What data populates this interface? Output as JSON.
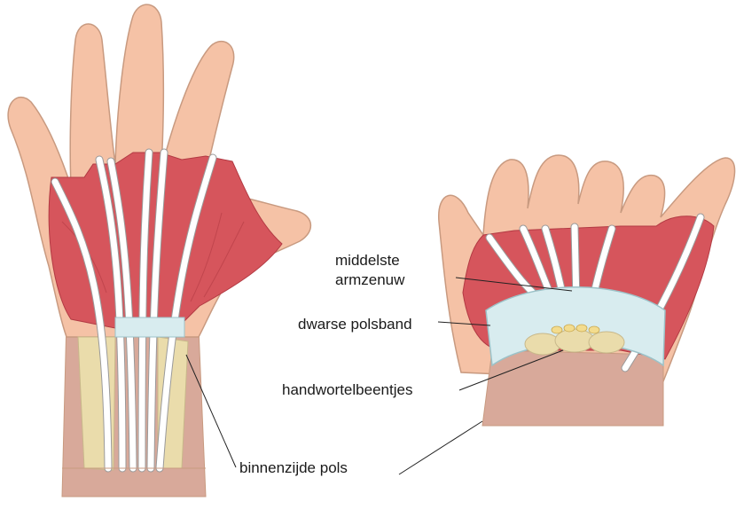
{
  "labels": {
    "middelste_line1": "middelste",
    "middelste_line2": "armzenuw",
    "dwarse": "dwarse polsband",
    "handwortel": "handwortelbeentjes",
    "binnenzijde": "binnenzijde pols"
  },
  "colors": {
    "skin": "#f5c2a6",
    "skin_outline": "#c89a80",
    "wrist": "#d8a99a",
    "muscle": "#d6555c",
    "muscle_dark": "#b23a43",
    "tendon": "#ffffff",
    "tendon_outline": "#9a9a9a",
    "ligament": "#d8ecef",
    "bone": "#eadcab",
    "bone_yellow": "#f3dc8e"
  }
}
